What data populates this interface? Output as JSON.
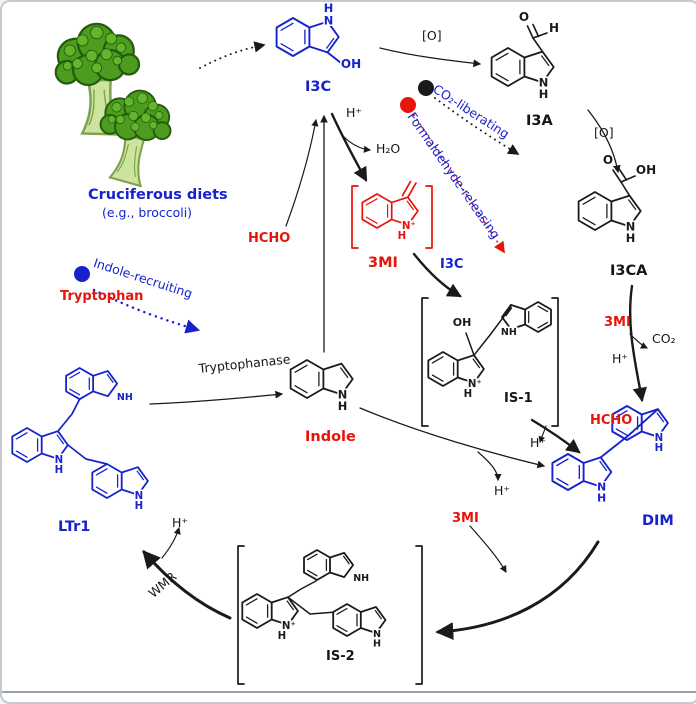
{
  "compounds": {
    "i3c": "I3C",
    "i3a": "I3A",
    "i3ca": "I3CA",
    "mi3": "3MI",
    "indole": "Indole",
    "is1": "IS-1",
    "is2": "IS-2",
    "dim": "DIM",
    "ltr1": "LTr1",
    "tryptophan": "Tryptophan"
  },
  "species": {
    "h_plus": "H⁺",
    "h2o": "H₂O",
    "hcho": "HCHO",
    "co2": "CO₂",
    "oxidation": "[O]"
  },
  "annotations": {
    "cruciferous": "Cruciferous diets",
    "broccoli_note": "(e.g., broccoli)",
    "co2_liberating": "CO₂-liberating",
    "formaldehyde_releasing": "Formaldehyde-releasing",
    "indole_recruiting": "Indole-recruiting",
    "tryptophanase": "Tryptophanase",
    "wmr": "WMR"
  },
  "atoms": {
    "n": "N",
    "h": "H",
    "nh": "NH",
    "oh": "OH",
    "o": "O",
    "n_plus": "N⁺"
  },
  "colors": {
    "blue": "#1722cd",
    "red": "#e8130a",
    "black": "#1a1a1a",
    "floret": "#4d9b1f",
    "floret_dark": "#245c0d",
    "floret_light": "#63b52e",
    "stalk": "#cde49e",
    "stalk_edge": "#7ea24e"
  }
}
